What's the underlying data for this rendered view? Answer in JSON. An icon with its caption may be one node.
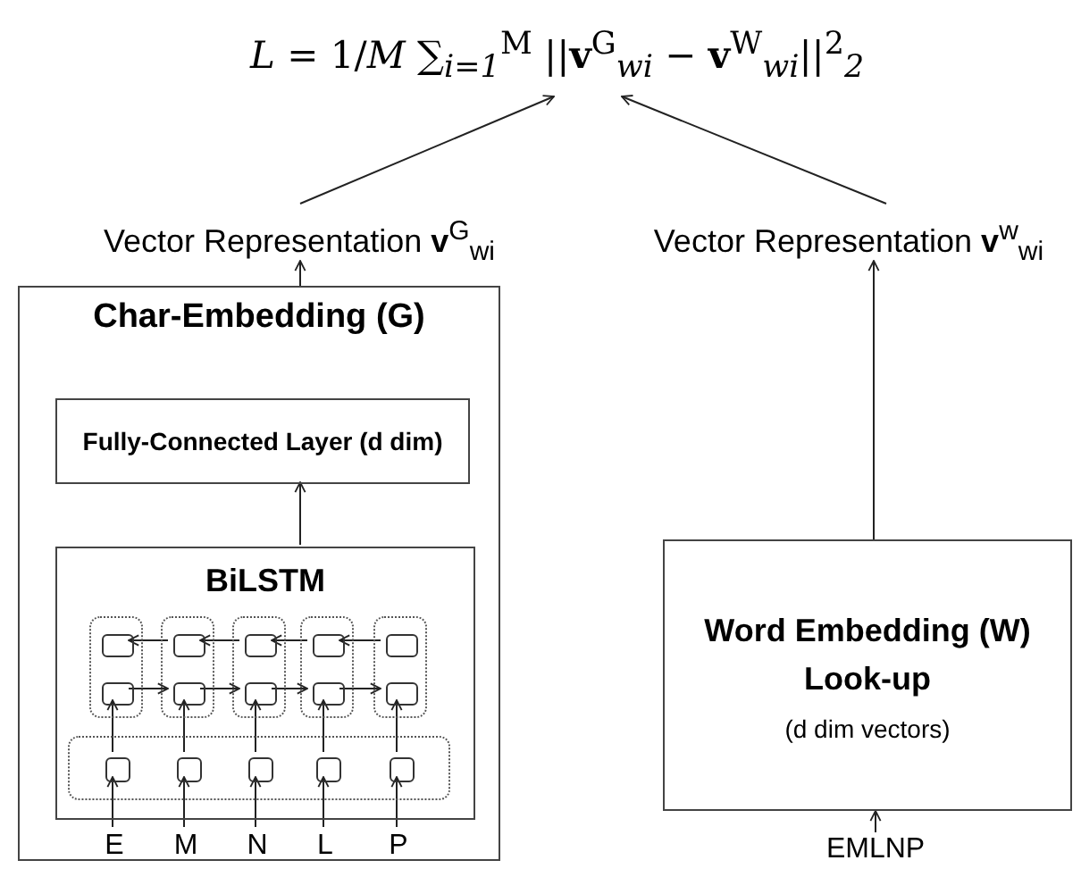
{
  "diagram": {
    "nodes": [
      {
        "text": [
          "*L* = 1/*M* ∑$_{i=1}$$^{M}$ ||**v**$^{G}$$_{wi}$ − **v**$^{W}$$_{wi}$||$^{2}$$_{2}$"
        ]
      },
      {
        "text": [
          "Vector Representation **v**$^{G}$$_{wi}$"
        ]
      },
      {
        "text": [
          "Vector Representation **v**$^{w}$$_{wi}$"
        ]
      },
      {
        "text": [
          "Char-Embedding (G)"
        ]
      },
      {
        "text": [
          "Fully-Connected Layer (d dim)"
        ],
        "in": 3
      },
      {
        "text": [
          "BiLSTM"
        ],
        "in": 3
      },
      {
        "text": [],
        "shape": "box",
        "in": 5
      },
      {
        "text": [],
        "shape": "box",
        "in": 6
      },
      {
        "text": [],
        "shape": "box",
        "in": 6
      },
      {
        "text": [],
        "shape": "box",
        "in": 5
      },
      {
        "text": [],
        "shape": "box",
        "in": 9
      },
      {
        "text": [],
        "shape": "box",
        "in": 9
      },
      {
        "text": [],
        "shape": "box",
        "in": 5
      },
      {
        "text": [],
        "shape": "box",
        "in": 12
      },
      {
        "text": [],
        "shape": "box",
        "in": 12
      },
      {
        "text": [],
        "shape": "box",
        "in": 5
      },
      {
        "text": [],
        "shape": "box",
        "in": 15
      },
      {
        "text": [],
        "shape": "box",
        "in": 15
      },
      {
        "text": [],
        "shape": "box",
        "in": 5
      },
      {
        "text": [],
        "shape": "box",
        "in": 18
      },
      {
        "text": [],
        "shape": "box",
        "in": 18
      },
      {
        "text": [],
        "shape": "box",
        "in": 5
      },
      {
        "text": [],
        "shape": "box",
        "in": 21
      },
      {
        "text": [],
        "shape": "box",
        "in": 21
      },
      {
        "text": [],
        "shape": "box",
        "in": 21
      },
      {
        "text": [],
        "shape": "box",
        "in": 21
      },
      {
        "text": [],
        "shape": "box",
        "in": 21
      },
      {
        "text": [
          "E"
        ],
        "in": 3
      },
      {
        "text": [
          "M"
        ],
        "in": 3
      },
      {
        "text": [
          "N"
        ],
        "in": 3
      },
      {
        "text": [
          "L"
        ],
        "in": 3
      },
      {
        "text": [
          "P"
        ],
        "in": 3
      },
      {
        "text": [
          "Word Embedding (W) Look-up",
          "(d dim vectors)"
        ]
      },
      {
        "text": [
          "EMLNP"
        ]
      }
    ],
    "edges": [
      {
        "from": 1,
        "to": 0,
        "arrow": "to"
      },
      {
        "from": 2,
        "to": 0,
        "arrow": "to"
      },
      {
        "from": 3,
        "to": 1,
        "arrow": "to"
      },
      {
        "from": 32,
        "to": 2,
        "arrow": "to"
      },
      {
        "from": 33,
        "to": 32,
        "arrow": "to"
      },
      {
        "from": 5,
        "to": 4,
        "arrow": "to"
      },
      {
        "from": 27,
        "to": 22,
        "arrow": "to"
      },
      {
        "from": 28,
        "to": 23,
        "arrow": "to"
      },
      {
        "from": 29,
        "to": 24,
        "arrow": "to"
      },
      {
        "from": 30,
        "to": 25,
        "arrow": "to"
      },
      {
        "from": 31,
        "to": 26,
        "arrow": "to"
      },
      {
        "from": 22,
        "to": 8,
        "arrow": "to"
      },
      {
        "from": 23,
        "to": 11,
        "arrow": "to"
      },
      {
        "from": 24,
        "to": 14,
        "arrow": "to"
      },
      {
        "from": 25,
        "to": 17,
        "arrow": "to"
      },
      {
        "from": 26,
        "to": 20,
        "arrow": "to"
      },
      {
        "from": 8,
        "to": 11,
        "arrow": "to"
      },
      {
        "from": 11,
        "to": 14,
        "arrow": "to"
      },
      {
        "from": 14,
        "to": 17,
        "arrow": "to"
      },
      {
        "from": 17,
        "to": 20,
        "arrow": "to"
      },
      {
        "from": 10,
        "to": 7,
        "arrow": "to"
      },
      {
        "from": 13,
        "to": 10,
        "arrow": "to"
      },
      {
        "from": 16,
        "to": 13,
        "arrow": "to"
      },
      {
        "from": 19,
        "to": 16,
        "arrow": "to"
      }
    ]
  }
}
